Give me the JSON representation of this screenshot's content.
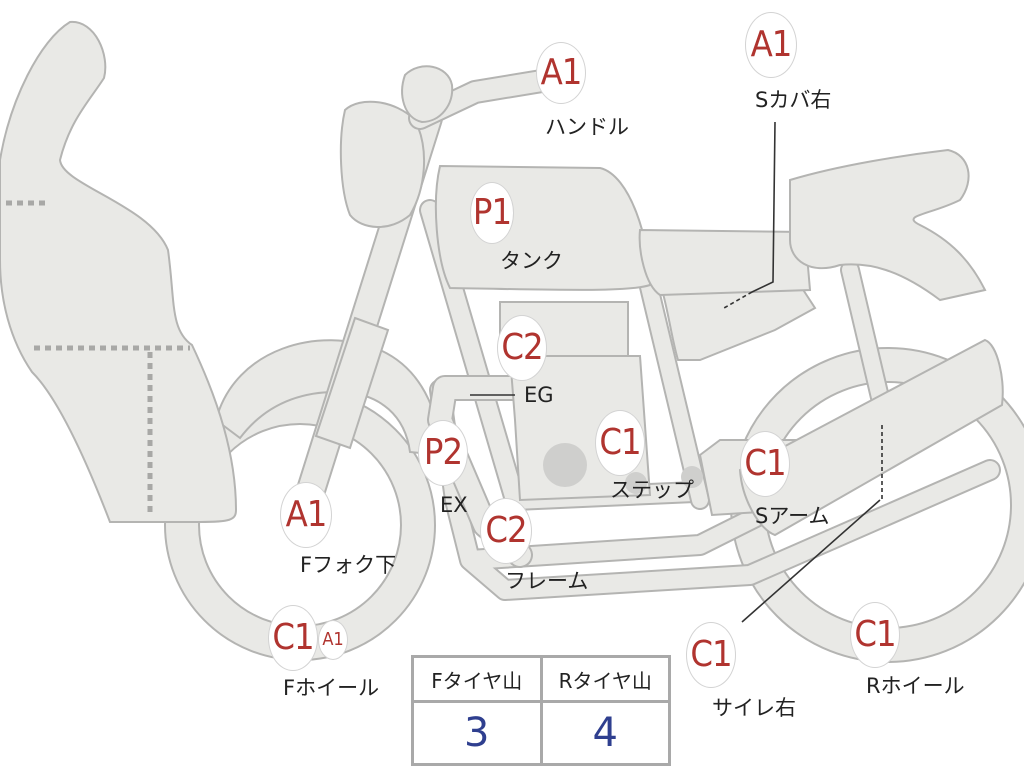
{
  "diagram": {
    "markers": [
      {
        "id": "handle",
        "code": "A1",
        "label": "ハンドル"
      },
      {
        "id": "side-cover-right",
        "code": "A1",
        "label": "Sカバ右"
      },
      {
        "id": "tank",
        "code": "P1",
        "label": "タンク"
      },
      {
        "id": "engine",
        "code": "C2",
        "label": "EG"
      },
      {
        "id": "exhaust",
        "code": "P2",
        "label": "EX"
      },
      {
        "id": "step",
        "code": "C1",
        "label": "ステップ"
      },
      {
        "id": "swing-arm",
        "code": "C1",
        "label": "Sアーム"
      },
      {
        "id": "front-fork-lower",
        "code": "A1",
        "label": "Fフォク下"
      },
      {
        "id": "frame",
        "code": "C2",
        "label": "フレーム"
      },
      {
        "id": "front-wheel",
        "code": "C1",
        "label": "Fホイール"
      },
      {
        "id": "front-wheel-extra",
        "code": "A1",
        "label": ""
      },
      {
        "id": "silencer-right",
        "code": "C1",
        "label": "サイレ右"
      },
      {
        "id": "rear-wheel",
        "code": "C1",
        "label": "Rホイール"
      }
    ]
  },
  "tire_table": {
    "headers": [
      "Fタイヤ山",
      "Rタイヤ山"
    ],
    "values": [
      "3",
      "4"
    ]
  },
  "colors": {
    "badge_text": "#b0342f",
    "table_value": "#2f3f8f",
    "part_fill": "#e9e9e6",
    "part_outline": "#b4b4b2"
  }
}
